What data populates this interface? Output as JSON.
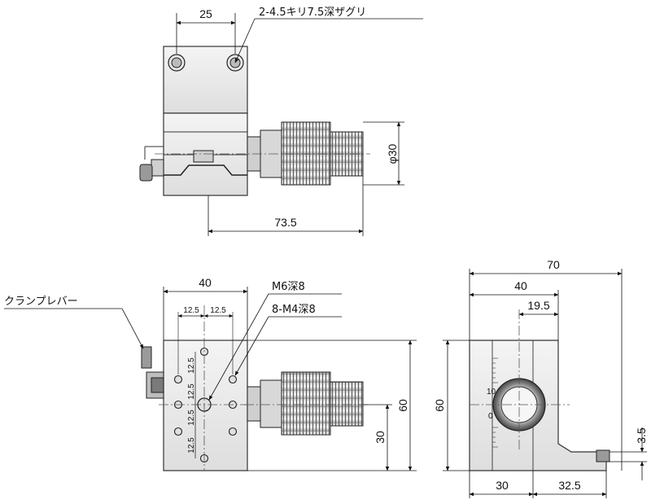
{
  "top_view": {
    "dim_hole_pitch": "25",
    "callout_holes": "2-4.5キリ7.5深ザグリ",
    "dim_knob_dia": "φ30",
    "dim_overall_length": "73.5"
  },
  "front_view": {
    "label_clamp_lever": "クランプレバー",
    "callout_m6": "M6深8",
    "callout_m4": "8-M4深8",
    "dim_width": "40",
    "dim_pitch_x_left": "12.5",
    "dim_pitch_x_right": "12.5",
    "dim_pitch_y_1": "12.5",
    "dim_pitch_y_2": "12.5",
    "dim_pitch_y_3": "12.5",
    "dim_pitch_y_4": "12.5",
    "dim_height": "60",
    "dim_half_height": "30"
  },
  "side_view": {
    "dim_overall": "70",
    "dim_40": "40",
    "dim_19_5": "19.5",
    "dim_height": "60",
    "dim_3_5": "3.5",
    "dim_30": "30",
    "dim_32_5": "32.5",
    "scale_mark_0": "0",
    "scale_mark_10": "10"
  }
}
